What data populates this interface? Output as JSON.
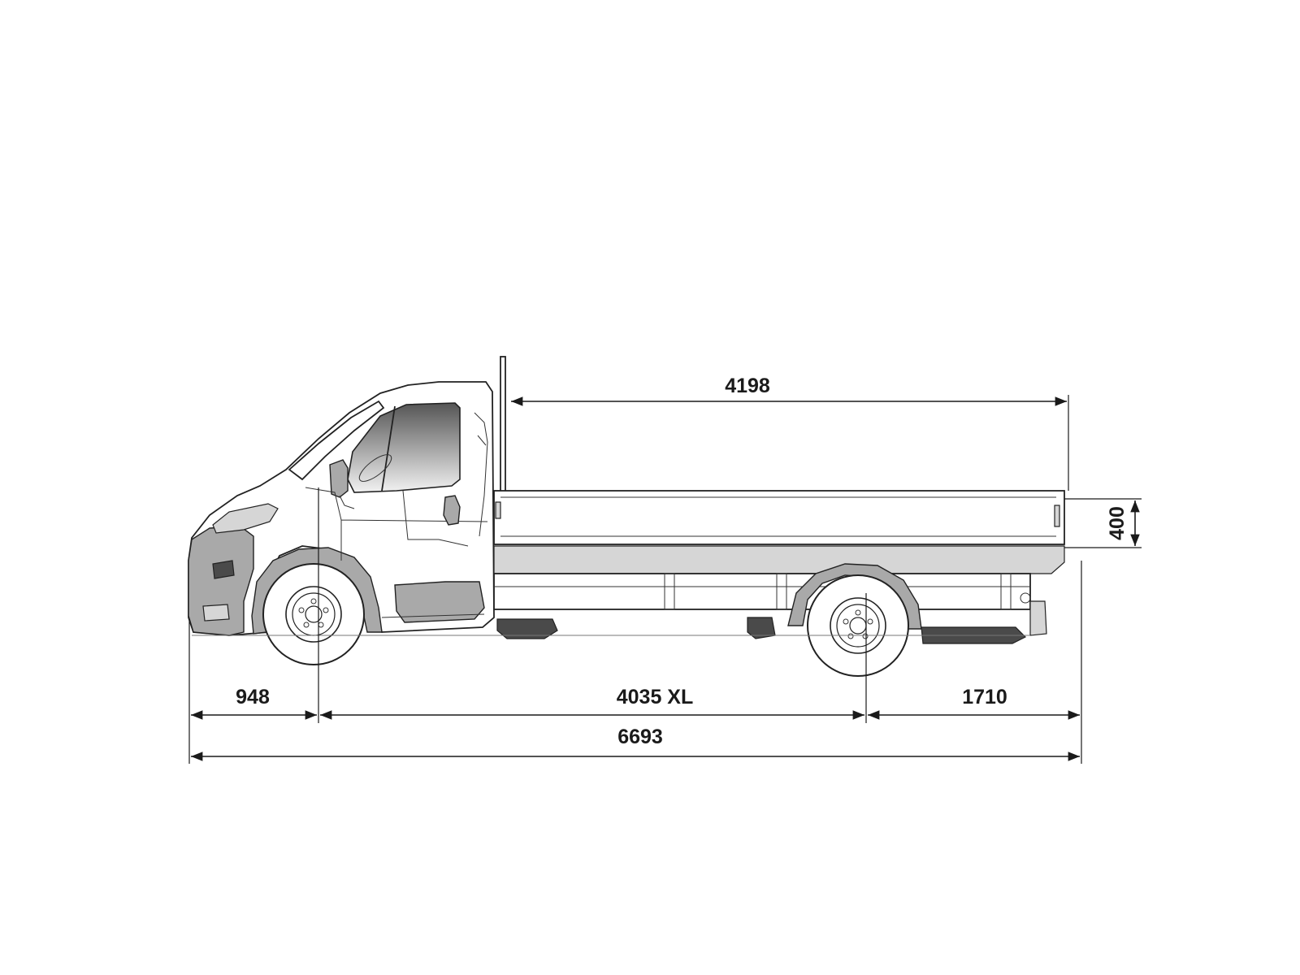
{
  "diagram": {
    "subject": "chassis-cab-flatbed-truck-side-view",
    "dimensions": {
      "front_overhang": "948",
      "wheelbase": "4035 XL",
      "rear_overhang": "1710",
      "overall_length": "6693",
      "platform_length": "4198",
      "side_height": "400"
    },
    "colors": {
      "line": "#1a1a1a",
      "shading": "#a9a9a9",
      "background": "#ffffff"
    }
  }
}
